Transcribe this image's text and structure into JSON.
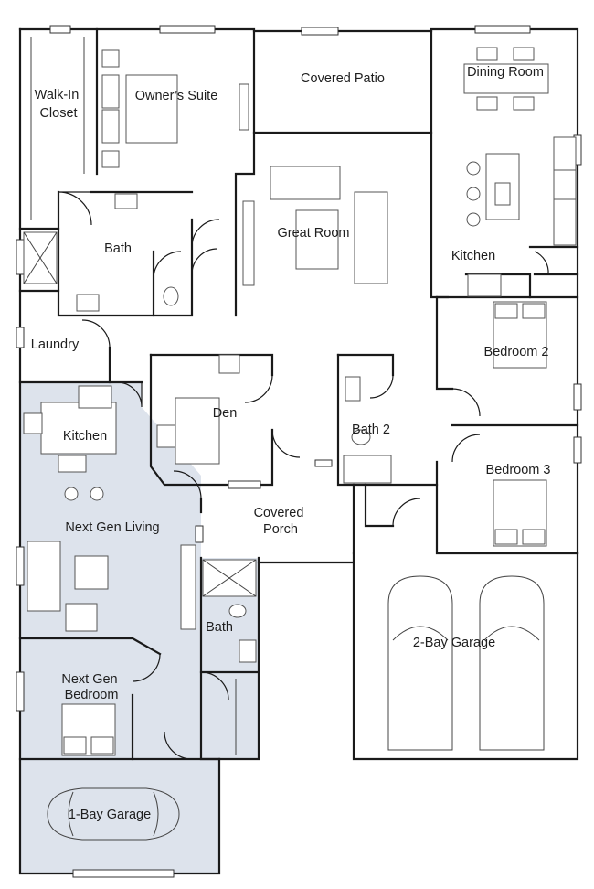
{
  "rooms": [
    {
      "id": "walk-in-closet",
      "lines": [
        "Walk-In",
        "Closet"
      ]
    },
    {
      "id": "owners-suite",
      "lines": [
        "Owner’s Suite"
      ]
    },
    {
      "id": "covered-patio",
      "lines": [
        "Covered Patio"
      ]
    },
    {
      "id": "dining-room",
      "lines": [
        "Dining Room"
      ]
    },
    {
      "id": "great-room",
      "lines": [
        "Great Room"
      ]
    },
    {
      "id": "bath-owner",
      "lines": [
        "Bath"
      ]
    },
    {
      "id": "kitchen-main",
      "lines": [
        "Kitchen"
      ]
    },
    {
      "id": "laundry",
      "lines": [
        "Laundry"
      ]
    },
    {
      "id": "bedroom-2",
      "lines": [
        "Bedroom 2"
      ]
    },
    {
      "id": "den",
      "lines": [
        "Den"
      ]
    },
    {
      "id": "bath-2",
      "lines": [
        "Bath 2"
      ]
    },
    {
      "id": "kitchen-nextgen",
      "lines": [
        "Kitchen"
      ]
    },
    {
      "id": "bedroom-3",
      "lines": [
        "Bedroom 3"
      ]
    },
    {
      "id": "covered-porch",
      "lines": [
        "Covered",
        "Porch"
      ]
    },
    {
      "id": "next-gen-living",
      "lines": [
        "Next Gen Living"
      ]
    },
    {
      "id": "bath-nextgen",
      "lines": [
        "Bath"
      ]
    },
    {
      "id": "two-bay-garage",
      "lines": [
        "2-Bay Garage"
      ]
    },
    {
      "id": "next-gen-bedroom",
      "lines": [
        "Next Gen",
        "Bedroom"
      ]
    },
    {
      "id": "one-bay-garage",
      "lines": [
        "1-Bay Garage"
      ]
    }
  ],
  "colors": {
    "next_gen_suite_fill": "#dde3ec",
    "wall": "#1a1a1a",
    "label": "#1e1e1e"
  }
}
